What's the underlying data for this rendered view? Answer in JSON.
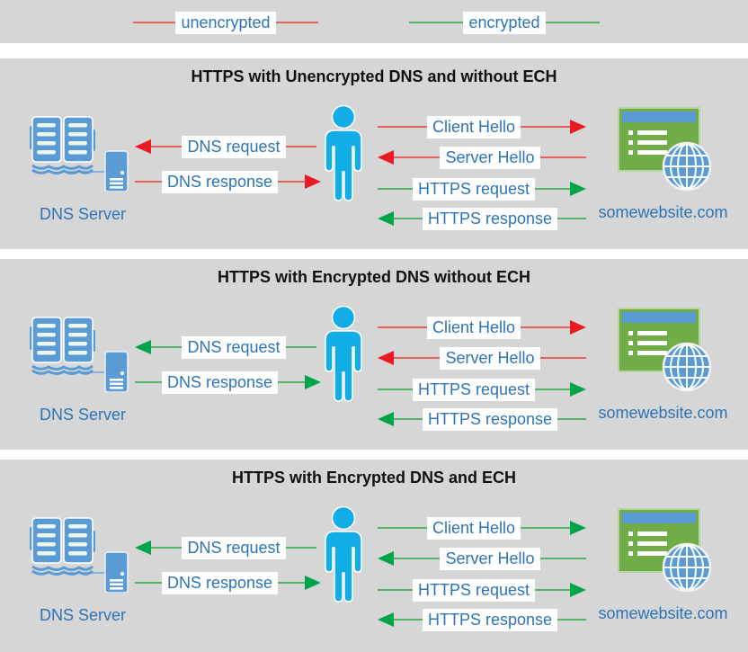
{
  "legend": {
    "unencrypted_label": "unencrypted",
    "encrypted_label": "encrypted"
  },
  "colors": {
    "unencrypted_arrow": "#ec1b23",
    "unencrypted_line": "#e4625c",
    "encrypted_arrow": "#00a44b",
    "encrypted_line": "#54b364",
    "label_text_blue": "#2e74b5",
    "panel_background": "#d6d6d6",
    "icon_blue": "#5b9bd5",
    "person_blue": "#12ade6",
    "website_green": "#71ad47"
  },
  "panels": [
    {
      "title": "HTTPS with Unencrypted DNS and without ECH",
      "dns_server_label": "DNS Server",
      "website_label": "somewebsite.com",
      "arrows": {
        "dns_request": {
          "label": "DNS request",
          "direction": "left",
          "status": "unencrypted"
        },
        "dns_response": {
          "label": "DNS response",
          "direction": "right",
          "status": "unencrypted"
        },
        "client_hello": {
          "label": "Client Hello",
          "direction": "right",
          "status": "unencrypted"
        },
        "server_hello": {
          "label": "Server Hello",
          "direction": "left",
          "status": "unencrypted"
        },
        "https_request": {
          "label": "HTTPS request",
          "direction": "right",
          "status": "encrypted"
        },
        "https_response": {
          "label": "HTTPS response",
          "direction": "left",
          "status": "encrypted"
        }
      }
    },
    {
      "title": "HTTPS with Encrypted DNS without ECH",
      "dns_server_label": "DNS Server",
      "website_label": "somewebsite.com",
      "arrows": {
        "dns_request": {
          "label": "DNS request",
          "direction": "left",
          "status": "encrypted"
        },
        "dns_response": {
          "label": "DNS response",
          "direction": "right",
          "status": "encrypted"
        },
        "client_hello": {
          "label": "Client Hello",
          "direction": "right",
          "status": "unencrypted"
        },
        "server_hello": {
          "label": "Server Hello",
          "direction": "left",
          "status": "unencrypted"
        },
        "https_request": {
          "label": "HTTPS request",
          "direction": "right",
          "status": "encrypted"
        },
        "https_response": {
          "label": "HTTPS response",
          "direction": "left",
          "status": "encrypted"
        }
      }
    },
    {
      "title": "HTTPS with Encrypted DNS and ECH",
      "dns_server_label": "DNS Server",
      "website_label": "somewebsite.com",
      "arrows": {
        "dns_request": {
          "label": "DNS request",
          "direction": "left",
          "status": "encrypted"
        },
        "dns_response": {
          "label": "DNS response",
          "direction": "right",
          "status": "encrypted"
        },
        "client_hello": {
          "label": "Client Hello",
          "direction": "right",
          "status": "encrypted"
        },
        "server_hello": {
          "label": "Server Hello",
          "direction": "left",
          "status": "encrypted"
        },
        "https_request": {
          "label": "HTTPS request",
          "direction": "right",
          "status": "encrypted"
        },
        "https_response": {
          "label": "HTTPS response",
          "direction": "left",
          "status": "encrypted"
        }
      }
    }
  ]
}
